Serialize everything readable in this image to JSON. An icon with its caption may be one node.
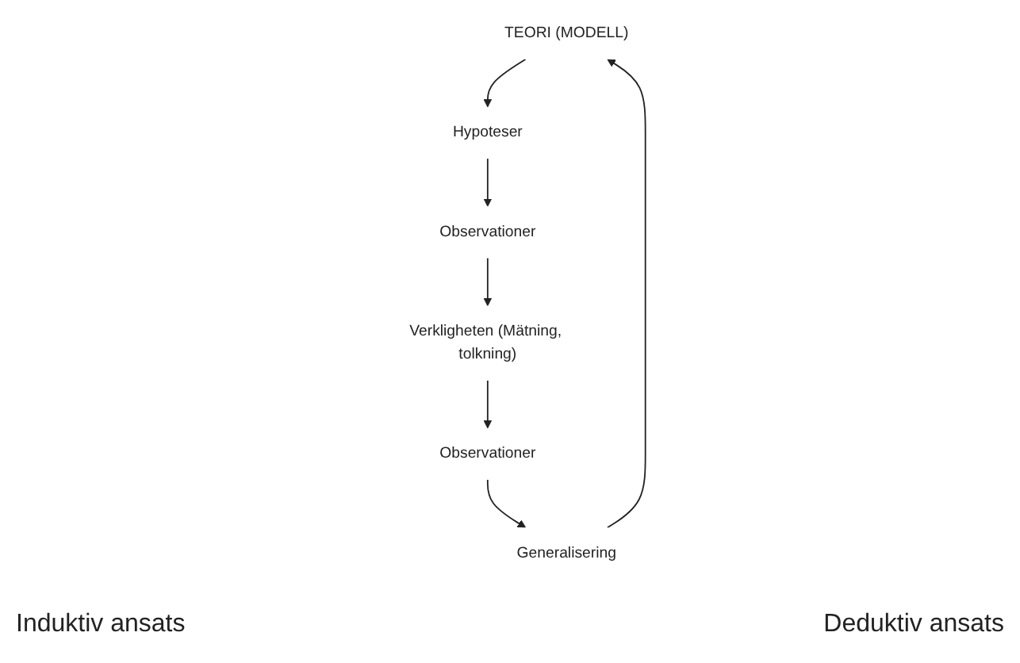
{
  "diagram": {
    "nodes": [
      {
        "text": [
          "TEORI (MODELL)"
        ]
      },
      {
        "text": [
          "Hypoteser"
        ]
      },
      {
        "text": [
          "Observationer"
        ]
      },
      {
        "text": [
          "Verkligheten (Mätning, tolkning)"
        ]
      },
      {
        "text": [
          "Observationer"
        ]
      },
      {
        "text": [
          "Generalisering"
        ]
      }
    ],
    "edges": [
      {
        "from": 0,
        "to": 1,
        "arrow": "to"
      },
      {
        "from": 1,
        "to": 2,
        "arrow": "to"
      },
      {
        "from": 2,
        "to": 3,
        "arrow": "to"
      },
      {
        "from": 3,
        "to": 4,
        "arrow": "to"
      },
      {
        "from": 4,
        "to": 5,
        "arrow": "to"
      },
      {
        "from": 5,
        "to": 0,
        "arrow": "to"
      }
    ],
    "labels": [
      "Induktiv ansats",
      "Deduktiv ansats"
    ]
  }
}
